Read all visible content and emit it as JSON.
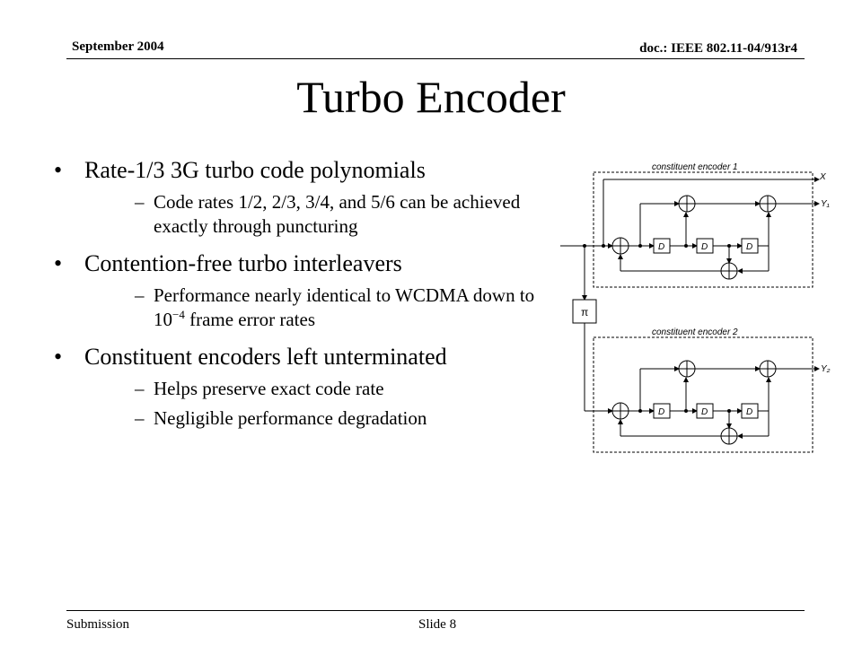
{
  "header": {
    "date": "September 2004",
    "doc": "doc.: IEEE 802.11-04/913r4"
  },
  "title": "Turbo Encoder",
  "bullets": [
    {
      "text": "Rate-1/3 3G turbo code polynomials",
      "subs": [
        {
          "text": "Code rates 1/2, 2/3, 3/4, and 5/6 can be achieved exactly through puncturing"
        }
      ]
    },
    {
      "text": "Contention-free turbo interleavers",
      "subs": [
        {
          "text_before": "Performance nearly identical to WCDMA down to 10",
          "sup": "−4",
          "text_after": " frame error rates"
        }
      ]
    },
    {
      "text": "Constituent encoders left unterminated",
      "subs": [
        {
          "text": "Helps preserve exact code rate"
        },
        {
          "text": "Negligible performance degradation"
        }
      ]
    }
  ],
  "footer": {
    "left": "Submission",
    "slide": "Slide 8"
  },
  "diagram": {
    "encoder1_label": "constituent encoder 1",
    "encoder2_label": "constituent encoder 2",
    "output_x": "X",
    "output_y1": "Y₁",
    "output_y2": "Y₂",
    "delay_label": "D",
    "interleaver_label": "π"
  }
}
